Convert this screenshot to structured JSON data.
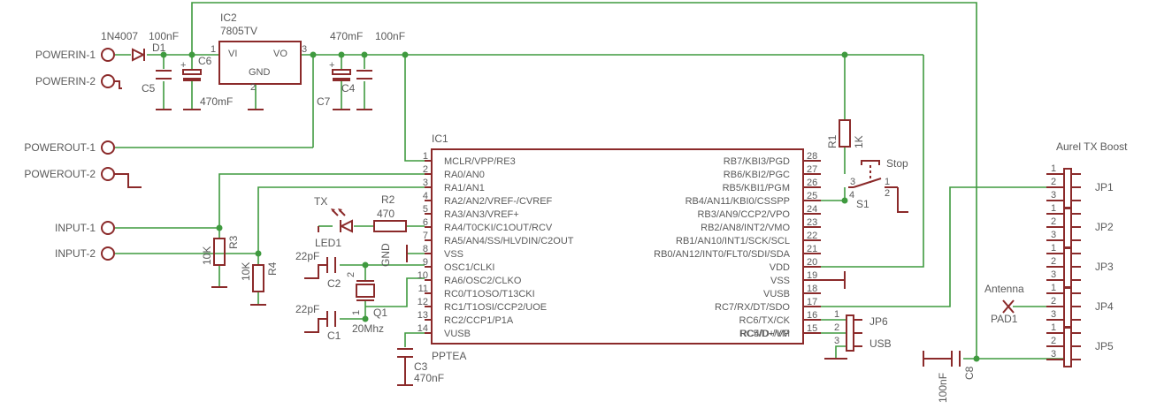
{
  "ports": {
    "powerin1": "POWERIN-1",
    "powerin2": "POWERIN-2",
    "powerout1": "POWEROUT-1",
    "powerout2": "POWEROUT-2",
    "input1": "INPUT-1",
    "input2": "INPUT-2"
  },
  "regulator": {
    "name": "IC2",
    "value": "7805TV",
    "vi": "VI",
    "vo": "VO",
    "gnd": "GND",
    "pin1": "1",
    "pin2": "2",
    "pin3": "3"
  },
  "diode": {
    "name": "D1",
    "value": "1N4007"
  },
  "caps": {
    "c5": {
      "name": "C5",
      "value": "100nF"
    },
    "c6": {
      "name": "C6",
      "value": "470mF"
    },
    "c7": {
      "name": "C7",
      "value": "470mF"
    },
    "c4": {
      "name": "C4",
      "value": "100nF"
    },
    "c2": {
      "name": "C2",
      "value": "22pF"
    },
    "c1": {
      "name": "C1",
      "value": "22pF"
    },
    "c3": {
      "name": "C3",
      "value": "470nF"
    },
    "c8": {
      "name": "C8",
      "value": "100nF"
    }
  },
  "resistors": {
    "r1": {
      "name": "R1",
      "value": "1K"
    },
    "r2": {
      "name": "R2",
      "value": "470"
    },
    "r3": {
      "name": "R3",
      "value": "10K"
    },
    "r4": {
      "name": "R4",
      "value": "10K"
    }
  },
  "led": {
    "name": "LED1",
    "label": "TX"
  },
  "crystal": {
    "name": "Q1",
    "value": "20Mhz",
    "pin1": "1",
    "pin2": "2"
  },
  "gnd_label": "GND",
  "switch": {
    "name": "S1",
    "label": "Stop",
    "p1": "1",
    "p2": "2",
    "p3": "3",
    "p4": "4"
  },
  "mcu": {
    "name": "IC1",
    "value": "PPTEA",
    "left_pins": [
      {
        "num": "1",
        "label": "MCLR/VPP/RE3"
      },
      {
        "num": "2",
        "label": "RA0/AN0"
      },
      {
        "num": "3",
        "label": "RA1/AN1"
      },
      {
        "num": "4",
        "label": "RA2/AN2/VREF-/CVREF"
      },
      {
        "num": "5",
        "label": "RA3/AN3/VREF+"
      },
      {
        "num": "6",
        "label": "RA4/T0CKI/C1OUT/RCV"
      },
      {
        "num": "7",
        "label": "RA5/AN4/SS/HLVDIN/C2OUT"
      },
      {
        "num": "8",
        "label": "VSS"
      },
      {
        "num": "9",
        "label": "OSC1/CLKI"
      },
      {
        "num": "10",
        "label": "RA6/OSC2/CLKO"
      },
      {
        "num": "11",
        "label": "RC0/T1OSO/T13CKI"
      },
      {
        "num": "12",
        "label": "RC1/T1OSI/CCP2/UOE"
      },
      {
        "num": "13",
        "label": "RC2/CCP1/P1A"
      },
      {
        "num": "14",
        "label": "VUSB"
      }
    ],
    "right_pins": [
      {
        "num": "28",
        "label": "RB7/KBI3/PGD"
      },
      {
        "num": "27",
        "label": "RB6/KBI2/PGC"
      },
      {
        "num": "26",
        "label": "RB5/KBI1/PGM"
      },
      {
        "num": "25",
        "label": "RB4/AN11/KBI0/CSSPP"
      },
      {
        "num": "24",
        "label": "RB3/AN9/CCP2/VPO"
      },
      {
        "num": "23",
        "label": "RB2/AN8/INT2/VMO"
      },
      {
        "num": "22",
        "label": "RB1/AN10/INT1/SCK/SCL"
      },
      {
        "num": "21",
        "label": "RB0/AN12/INT0/FLT0/SDI/SDA"
      },
      {
        "num": "20",
        "label": "VDD"
      },
      {
        "num": "19",
        "label": "VSS"
      },
      {
        "num": "18",
        "label": "VUSB"
      },
      {
        "num": "17",
        "label": "RC7/RX/DT/SDO"
      },
      {
        "num": "16",
        "label": "RC6/TX/CK"
      },
      {
        "num": "15",
        "label": "RC5/D+/VP"
      }
    ],
    "extra_right": {
      "num": "",
      "label": "RC4/D-/VM"
    }
  },
  "jp6": {
    "name": "JP6",
    "label": "USB",
    "pin1": "1",
    "pin2": "2",
    "pin3": "3"
  },
  "aurel": {
    "title": "Aurel TX Boost",
    "antenna": "Antenna",
    "pad": "PAD1",
    "jumpers": [
      {
        "name": "JP1",
        "p1": "1",
        "p2": "2",
        "p3": "3"
      },
      {
        "name": "JP2",
        "p1": "1",
        "p2": "2",
        "p3": "3"
      },
      {
        "name": "JP3",
        "p1": "1",
        "p2": "2",
        "p3": "3"
      },
      {
        "name": "JP4",
        "p1": "1",
        "p2": "2",
        "p3": "3"
      },
      {
        "name": "JP5",
        "p1": "1",
        "p2": "2",
        "p3": "3"
      }
    ]
  }
}
